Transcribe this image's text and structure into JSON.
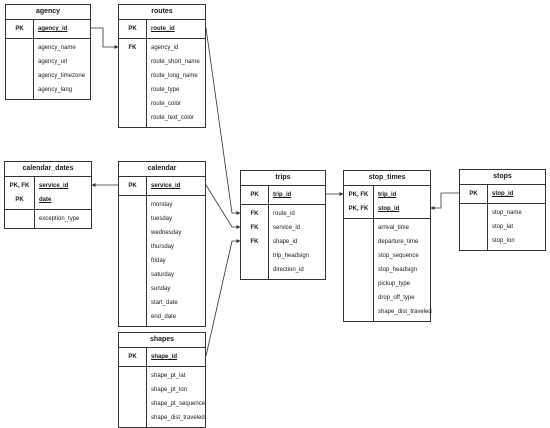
{
  "tables": [
    {
      "id": "agency",
      "title": "agency",
      "pk": [
        {
          "key": "PK",
          "field": "agency_id"
        }
      ],
      "fields": [
        {
          "key": "",
          "field": "agency_name"
        },
        {
          "key": "",
          "field": "agency_url"
        },
        {
          "key": "",
          "field": "agency_timezone"
        },
        {
          "key": "",
          "field": "agency_lang"
        }
      ]
    },
    {
      "id": "routes",
      "title": "routes",
      "pk": [
        {
          "key": "PK",
          "field": "route_id"
        }
      ],
      "fields": [
        {
          "key": "FK",
          "field": "agency_id"
        },
        {
          "key": "",
          "field": "route_short_name"
        },
        {
          "key": "",
          "field": "route_long_name"
        },
        {
          "key": "",
          "field": "route_type"
        },
        {
          "key": "",
          "field": "route_color"
        },
        {
          "key": "",
          "field": "route_text_color"
        }
      ]
    },
    {
      "id": "calendar_dates",
      "title": "calendar_dates",
      "pk": [
        {
          "key": "PK, FK",
          "field": "service_id"
        },
        {
          "key": "PK",
          "field": "date"
        }
      ],
      "fields": [
        {
          "key": "",
          "field": "exception_type"
        }
      ]
    },
    {
      "id": "calendar",
      "title": "calendar",
      "pk": [
        {
          "key": "PK",
          "field": "service_id"
        }
      ],
      "fields": [
        {
          "key": "",
          "field": "monday"
        },
        {
          "key": "",
          "field": "tuesday"
        },
        {
          "key": "",
          "field": "wednesday"
        },
        {
          "key": "",
          "field": "thursday"
        },
        {
          "key": "",
          "field": "friday"
        },
        {
          "key": "",
          "field": "saturday"
        },
        {
          "key": "",
          "field": "sunday"
        },
        {
          "key": "",
          "field": "start_date"
        },
        {
          "key": "",
          "field": "end_date"
        }
      ]
    },
    {
      "id": "trips",
      "title": "trips",
      "pk": [
        {
          "key": "PK",
          "field": "trip_id"
        }
      ],
      "fields": [
        {
          "key": "FK",
          "field": "route_id"
        },
        {
          "key": "FK",
          "field": "service_id"
        },
        {
          "key": "FK",
          "field": "shape_id"
        },
        {
          "key": "",
          "field": "trip_headsign"
        },
        {
          "key": "",
          "field": "direction_id"
        }
      ]
    },
    {
      "id": "stop_times",
      "title": "stop_times",
      "pk": [
        {
          "key": "PK, FK",
          "field": "trip_id"
        },
        {
          "key": "PK, FK",
          "field": "stop_id"
        }
      ],
      "fields": [
        {
          "key": "",
          "field": "arrival_time"
        },
        {
          "key": "",
          "field": "departure_time"
        },
        {
          "key": "",
          "field": "stop_sequence"
        },
        {
          "key": "",
          "field": "stop_headsign"
        },
        {
          "key": "",
          "field": "pickup_type"
        },
        {
          "key": "",
          "field": "drop_off_type"
        },
        {
          "key": "",
          "field": "shape_dist_traveled"
        }
      ]
    },
    {
      "id": "stops",
      "title": "stops",
      "pk": [
        {
          "key": "PK",
          "field": "stop_id"
        }
      ],
      "fields": [
        {
          "key": "",
          "field": "stop_name"
        },
        {
          "key": "",
          "field": "stop_lat"
        },
        {
          "key": "",
          "field": "stop_lon"
        }
      ]
    },
    {
      "id": "shapes",
      "title": "shapes",
      "pk": [
        {
          "key": "PK",
          "field": "shape_id"
        }
      ],
      "fields": [
        {
          "key": "",
          "field": "shape_pt_lat"
        },
        {
          "key": "",
          "field": "shape_pt_lon"
        },
        {
          "key": "",
          "field": "shape_pt_sequence"
        },
        {
          "key": "",
          "field": "shape_dist_traveled"
        }
      ]
    }
  ],
  "relationships": [
    {
      "from": "agency.agency_id",
      "to": "routes.agency_id"
    },
    {
      "from": "routes.route_id",
      "to": "trips.route_id"
    },
    {
      "from": "calendar.service_id",
      "to": "calendar_dates.service_id"
    },
    {
      "from": "calendar.service_id",
      "to": "trips.service_id"
    },
    {
      "from": "shapes.shape_id",
      "to": "trips.shape_id"
    },
    {
      "from": "trips.trip_id",
      "to": "stop_times.trip_id"
    },
    {
      "from": "stops.stop_id",
      "to": "stop_times.stop_id"
    }
  ]
}
